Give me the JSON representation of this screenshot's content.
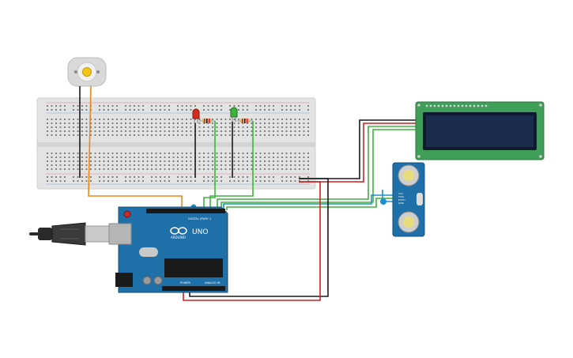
{
  "arduino": {
    "brand_text": "ARDUINO",
    "model_text": "UNO",
    "digital_label": "DIGITAL (PWM~)",
    "power_label": "POWER",
    "analog_label": "ANALOG IN"
  },
  "ultrasonic": {
    "pin_labels": [
      "VCC",
      "TRIG",
      "ECHO",
      "GND"
    ]
  },
  "colors": {
    "wire_black": "#1a1a1a",
    "wire_red": "#d21f1f",
    "wire_green": "#3cb43c",
    "wire_blue": "#1e8fd0",
    "wire_orange": "#e8871e",
    "arduino_blue": "#1f6fa8",
    "lcd_green": "#3f9e58",
    "lcd_screen": "#1c2c4e",
    "breadboard": "#e3e3e3"
  },
  "icons": [
    "dc-motor-icon",
    "led-red-icon",
    "led-green-icon",
    "usb-plug-icon"
  ]
}
